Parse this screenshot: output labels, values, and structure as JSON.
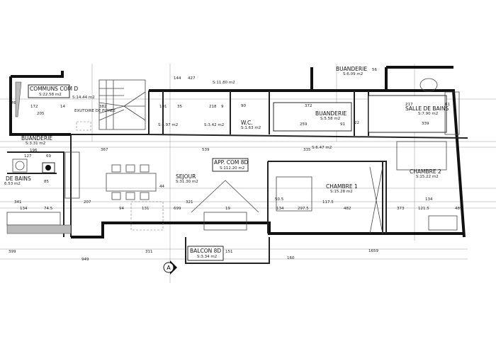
{
  "rooms": {
    "communs": {
      "name": "COMMUNS COM D",
      "area": "S:22.58 m2"
    },
    "communs_sub": {
      "area": "S:14.44 m2"
    },
    "exutoire": {
      "name": "EXUTOIRE DE FUMEE"
    },
    "hall": {
      "area": "S:1.97 m2"
    },
    "corridor": {
      "area": "S:3.42 m2"
    },
    "wc": {
      "name": "W.C.",
      "area": "S:1.63 m2"
    },
    "buanderie_top": {
      "name": "BUANDERIE",
      "area": "S:6.09 m2"
    },
    "upper_room": {
      "area": "S:11.80 m2"
    },
    "buanderie": {
      "name": "BUANDERIE",
      "area": "S:5.58 m2"
    },
    "hall2": {
      "area": "S:6.47 m2"
    },
    "salle_de_bains": {
      "name": "SALLE DE BAINS",
      "area": "S:7.90 m2"
    },
    "buanderie_left": {
      "name": "BUANDERIE",
      "area": "S:3.31 m2"
    },
    "bains_left": {
      "name": "DE BAINS",
      "area": "6.53 m2"
    },
    "sejour": {
      "name": "SEJOUR",
      "area": "S:31.30 m2"
    },
    "apartment": {
      "name": "APP. COM 8D",
      "area": "S:112.20 m2"
    },
    "chambre1": {
      "name": "CHAMBRE 1",
      "area": "S:15.28 m2"
    },
    "chambre2": {
      "name": "CHAMBRE 2",
      "area": "S:15.22 m2"
    },
    "balcon": {
      "name": "BALCON 8D",
      "area": "S:3.34 m2"
    }
  },
  "section_marker": "A",
  "dims": [
    "172",
    "205",
    "14",
    "382",
    "101",
    "35",
    "218",
    "9",
    "90",
    "372",
    "259",
    "91",
    "22",
    "217",
    "339",
    "81",
    "176",
    "196",
    "127",
    "69",
    "85",
    "74.5",
    "134",
    "341",
    "367",
    "539",
    "335",
    "207",
    "94",
    "131",
    "699",
    "321",
    "19",
    "50.5",
    "134",
    "297.5",
    "482",
    "117.5",
    "373",
    "134",
    "121.5",
    "489",
    "399",
    "311",
    "151",
    "949",
    "1659",
    "160",
    "144",
    "427",
    "44",
    "56"
  ]
}
